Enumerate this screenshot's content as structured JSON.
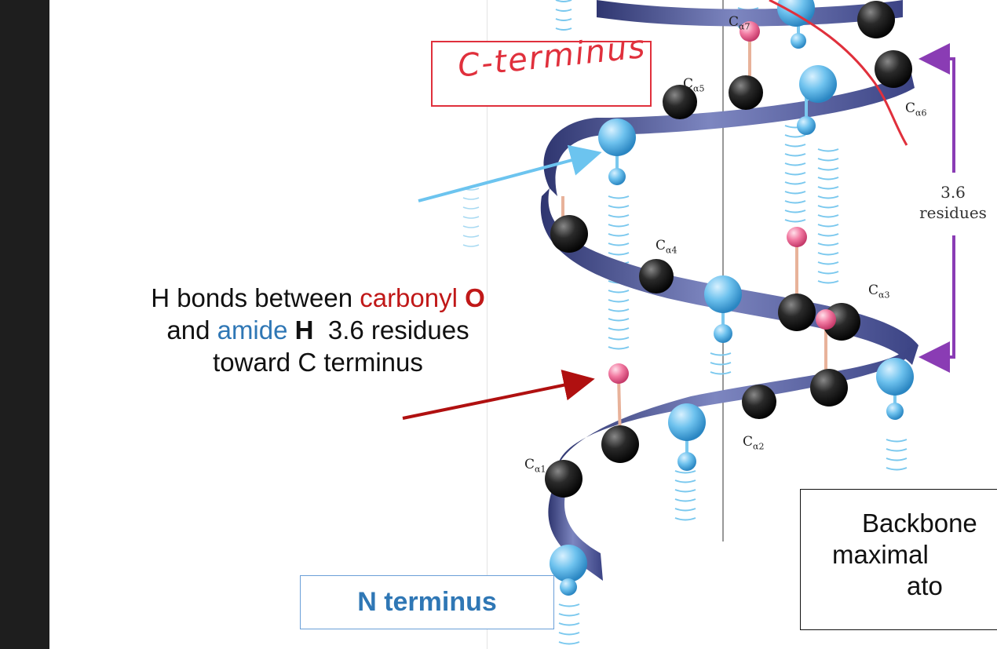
{
  "caption": {
    "part1": "H bonds between ",
    "carbonyl": "carbonyl ",
    "o": "O",
    "part2": "and ",
    "amide": "amide ",
    "h": "H",
    "part3": "  3.6 residues",
    "part4": "toward C terminus"
  },
  "n_terminus": "N terminus",
  "c_terminus_handwritten": "C-terminus",
  "backbone_note": {
    "line1": "Backbone",
    "line2": "maximal",
    "line3": "ato"
  },
  "residues_label": {
    "value": "3.6",
    "unit": "residues"
  },
  "calpha_labels": {
    "c1": {
      "base": "C",
      "sub": "α1"
    },
    "c2": {
      "base": "C",
      "sub": "α2"
    },
    "c3": {
      "base": "C",
      "sub": "α3"
    },
    "c4": {
      "base": "C",
      "sub": "α4"
    },
    "c5": {
      "base": "C",
      "sub": "α5"
    },
    "c6": {
      "base": "C",
      "sub": "α6"
    },
    "c7": {
      "base": "C",
      "sub": "α7"
    }
  },
  "colors": {
    "ribbon": "#4a5394",
    "carbon": "#1a1a1a",
    "nitrogen": "#5fb8e8",
    "oxygen": "#ef6f9a",
    "carbonyl_text": "#c01818",
    "amide_text": "#2f77b5",
    "annotation_red": "#e0303c",
    "arrow_blue": "#6cc4ef",
    "arrow_dark_red": "#b01010",
    "bracket_purple": "#8a3cb4"
  },
  "icons": [
    "arrow-icon",
    "bracket-icon"
  ]
}
